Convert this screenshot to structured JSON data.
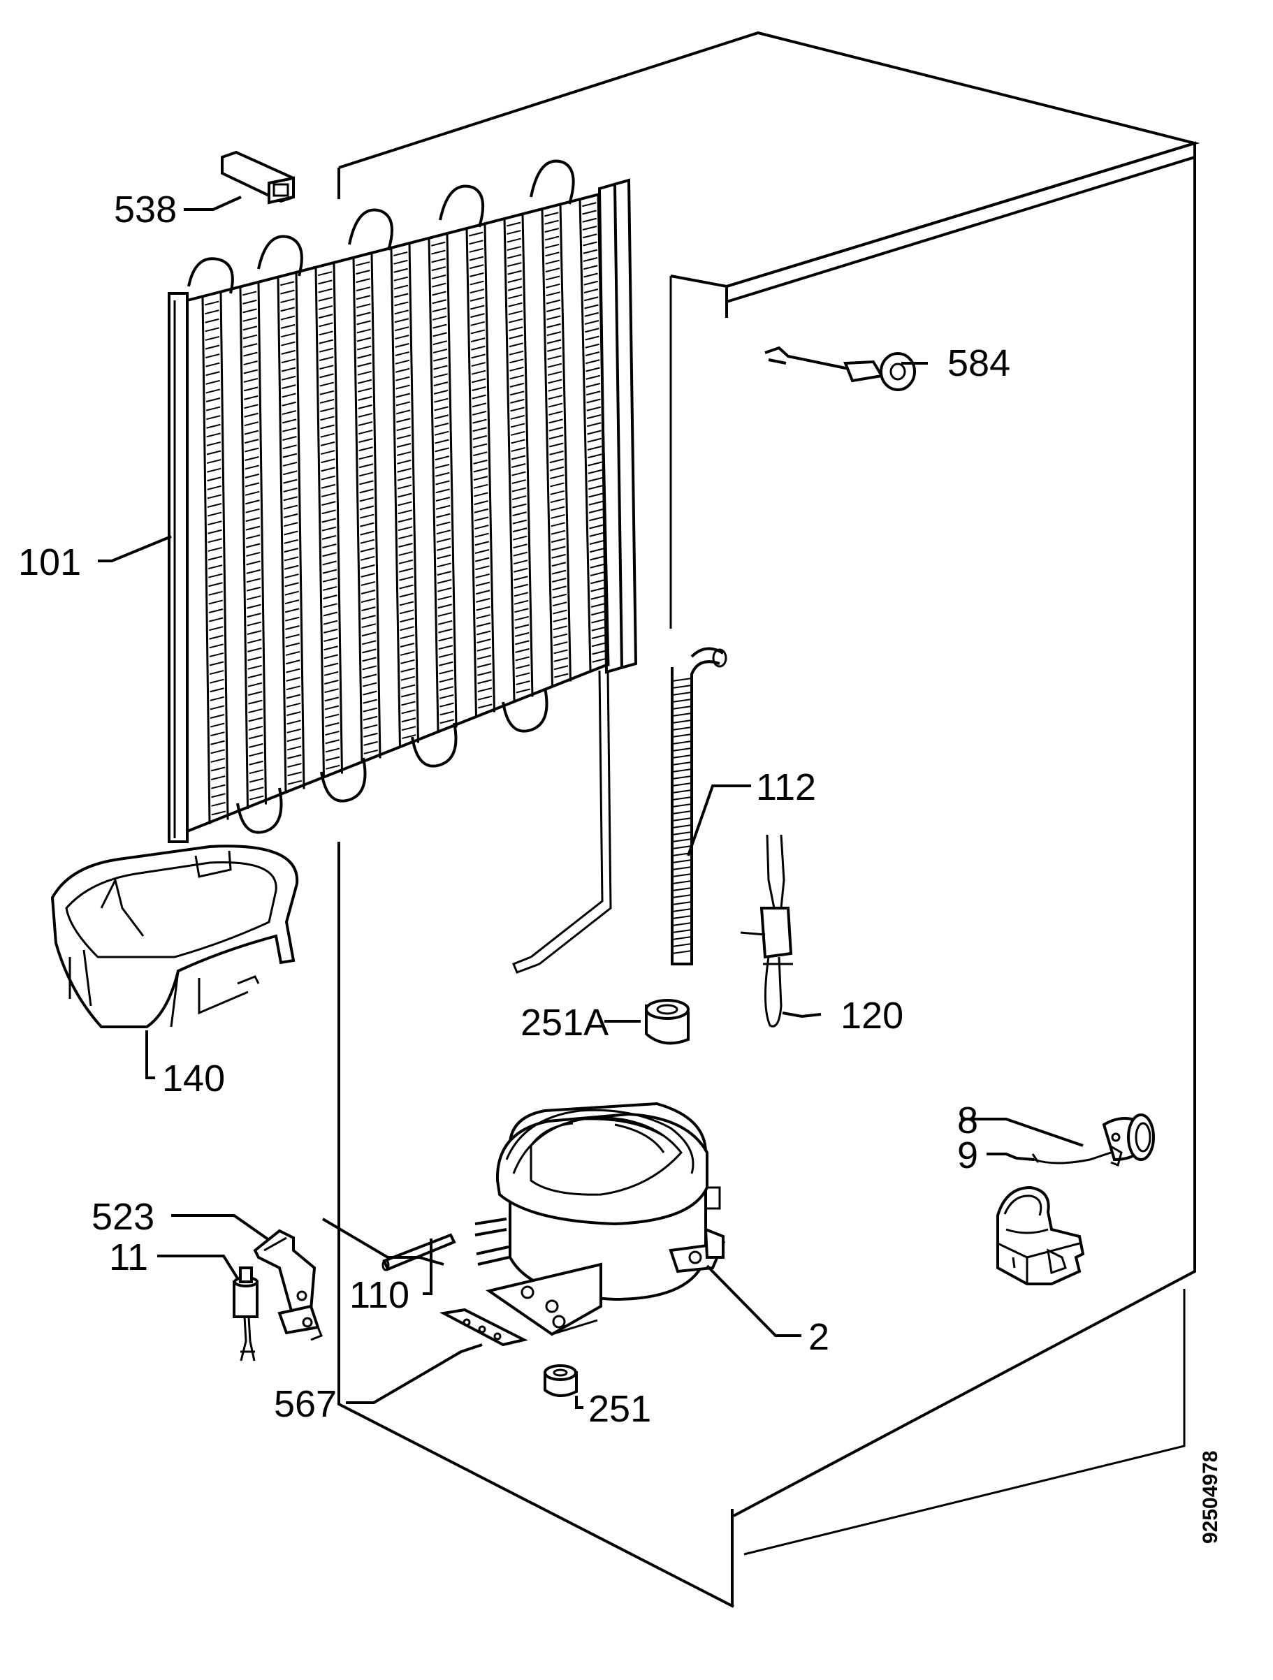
{
  "diagram": {
    "drawing_number": "92504978",
    "parts": [
      {
        "id": "condenser",
        "label": "101"
      },
      {
        "id": "condenser-clip",
        "label": "538"
      },
      {
        "id": "cabinet-screw",
        "label": "584"
      },
      {
        "id": "drain-tube",
        "label": "112"
      },
      {
        "id": "thermostat-sensor",
        "label": "120"
      },
      {
        "id": "drip-tray",
        "label": "140"
      },
      {
        "id": "plug-251a",
        "label": "251A"
      },
      {
        "id": "compressor",
        "label": "2"
      },
      {
        "id": "grommet",
        "label": "251"
      },
      {
        "id": "mounting-plate",
        "label": "567"
      },
      {
        "id": "pipe-110",
        "label": "110"
      },
      {
        "id": "relay-bracket",
        "label": "523"
      },
      {
        "id": "overload-relay",
        "label": "11"
      },
      {
        "id": "lamp-holder",
        "label": "8"
      },
      {
        "id": "lamp-housing",
        "label": "9"
      }
    ]
  }
}
